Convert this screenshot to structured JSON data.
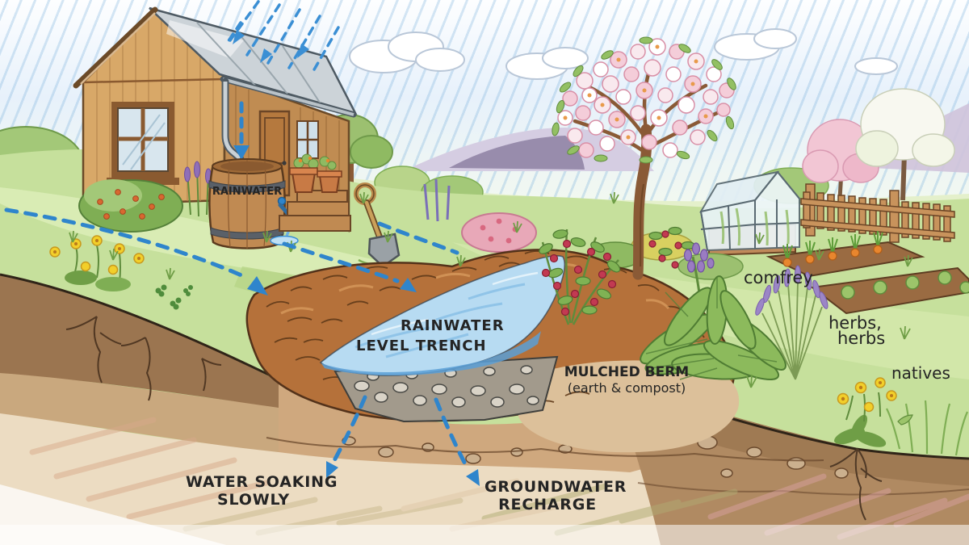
{
  "figure": {
    "type": "hand-drawn garden water-harvesting diagram",
    "labels": {
      "rain_barrel": "RAINWATER",
      "trench": [
        "RAINWATER",
        "LEVEL TRENCH"
      ],
      "berm": [
        "MULCHED BERM",
        "(earth & compost)"
      ],
      "comfrey": "comfrey",
      "herbs": [
        "herbs,",
        "herbs"
      ],
      "natives": "natives",
      "soaking": [
        "WATER SOAKING",
        "SLOWLY"
      ],
      "recharge": [
        "GROUNDWATER",
        "RECHARGE"
      ]
    },
    "colors": {
      "arrow_blue": "#2f85cc",
      "water_blue": "#b7dbf2",
      "water_deep": "#5b9fd6",
      "mulch_brown": "#b5713a",
      "topsoil_brown": "#9b7550",
      "subsoil_tan": "#e9d9bd",
      "grass_green": "#c6e09c",
      "label_ink": "#242424"
    }
  }
}
